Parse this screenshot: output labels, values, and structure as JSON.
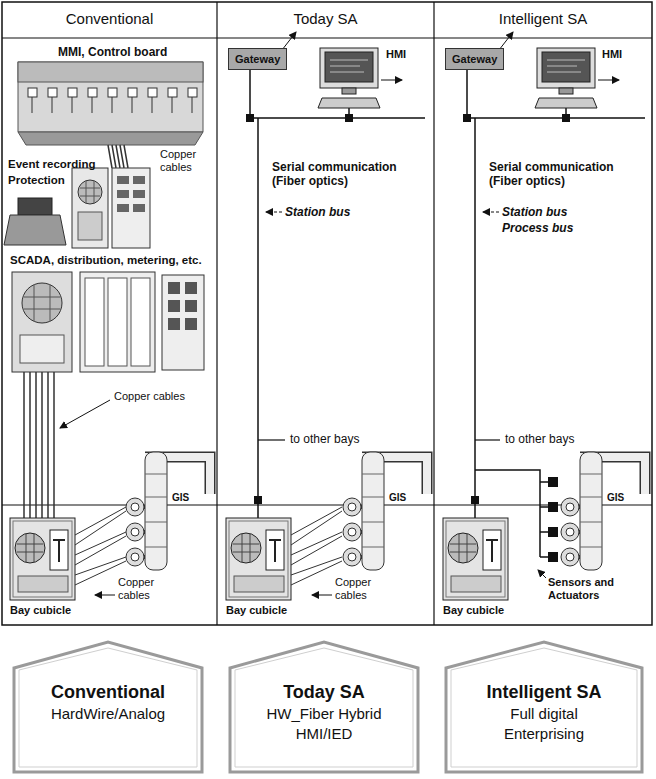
{
  "diagram": {
    "nodes": [
      {
        "text": [
          "Gateway"
        ]
      },
      {
        "text": [
          "Gateway"
        ]
      },
      {
        "text": [
          "Conventional",
          "HardWire/Analog"
        ]
      },
      {
        "text": [
          "Today SA",
          "HW_Fiber Hybrid",
          "HMI/IED"
        ]
      },
      {
        "text": [
          "Intelligent SA",
          "Full digital",
          "Enterprising"
        ]
      }
    ],
    "labels": [
      "Conventional",
      "Today SA",
      "Intelligent SA",
      "MMI, Control board",
      "Event recording",
      "Protection",
      "Copper cables",
      "SCADA, distribution, metering, etc.",
      "Copper cables",
      "GIS",
      "Copper cables",
      "Bay cubicle",
      "HMI",
      "Serial communication (Fiber optics)",
      "Station bus",
      "to other bays",
      "GIS",
      "Copper cables",
      "Bay cubicle",
      "HMI",
      "Serial communication (Fiber optics)",
      "Station bus",
      "Process bus",
      "to other bays",
      "GIS",
      "Sensors and Actuators",
      "Bay cubicle"
    ]
  }
}
